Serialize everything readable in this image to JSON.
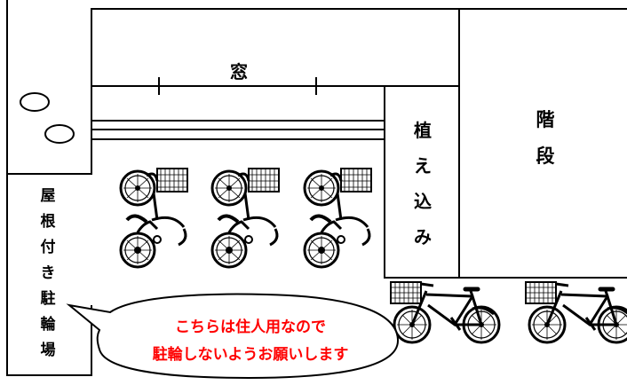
{
  "labels": {
    "window": "窓",
    "planting": [
      "植",
      "え",
      "込",
      "み"
    ],
    "stairs": [
      "階",
      "段"
    ],
    "parking": [
      "屋",
      "根",
      "付",
      "き",
      "駐",
      "輪",
      "場"
    ]
  },
  "notice": {
    "line1": "こちらは住人用なので",
    "line2": "駐輪しないようお願いします"
  },
  "colors": {
    "ink": "#000000",
    "notice_text": "#ff0000",
    "background": "#ffffff"
  },
  "icons": {
    "stones": "stepping-stone-icon",
    "bicycle": "bicycle-icon"
  }
}
